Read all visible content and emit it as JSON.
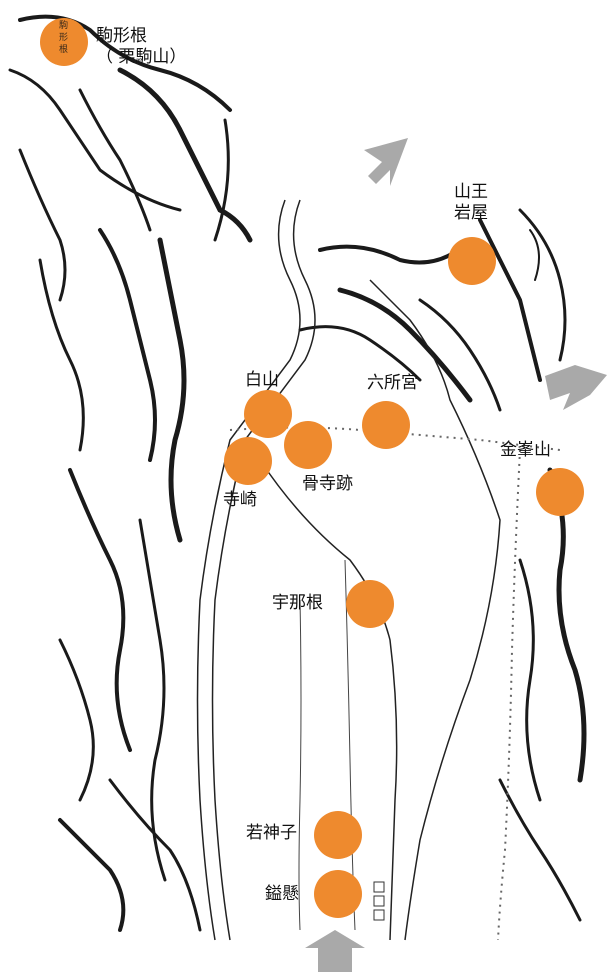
{
  "map": {
    "sites": [
      {
        "id": "komagatane",
        "label_line1": "駒形根",
        "label_line2": "（ 栗駒山）",
        "dot_text": "駒形根"
      },
      {
        "id": "sanno-iwaya",
        "label_line1": "山王",
        "label_line2": "岩屋"
      },
      {
        "id": "hakusan",
        "label": "白山"
      },
      {
        "id": "rokushogu",
        "label": "六所宮"
      },
      {
        "id": "kinpusan",
        "label": "金峯山"
      },
      {
        "id": "kotsuji-ato",
        "label": "骨寺跡"
      },
      {
        "id": "terasaki",
        "label": "寺崎"
      },
      {
        "id": "unane",
        "label": "宇那根"
      },
      {
        "id": "wakamiko",
        "label": "若神子"
      },
      {
        "id": "hokake",
        "label": "鎰懸"
      }
    ],
    "arrows": [
      "arrow-north",
      "arrow-east",
      "arrow-south"
    ],
    "colors": {
      "site_marker": "#ee8a2e",
      "arrow": "#a9a9a9",
      "ink": "#1a1a1a"
    }
  }
}
